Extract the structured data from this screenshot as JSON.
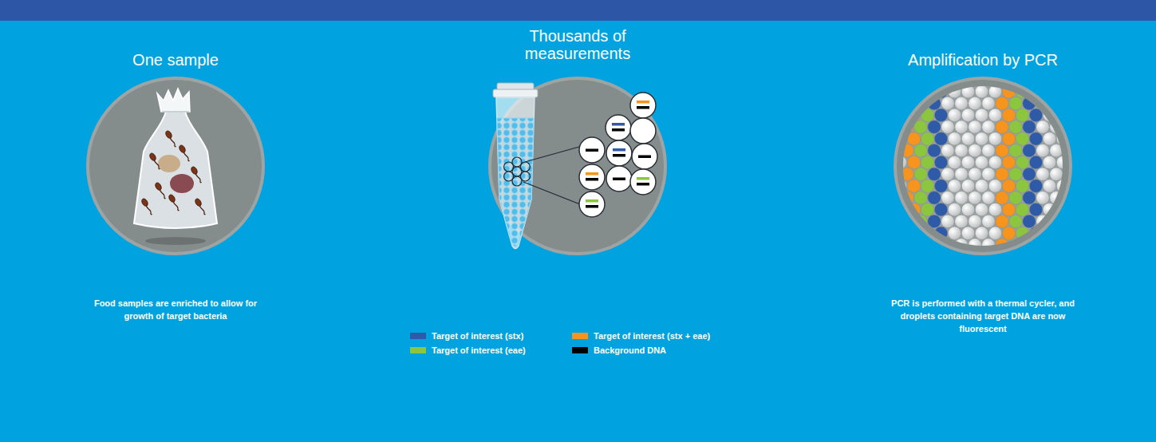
{
  "diagram": {
    "nodes": [
      {
        "text": [
          "One sample",
          "Food samples are enriched to allow for growth of target bacteria"
        ]
      },
      {
        "text": [
          "Thousands of measurements"
        ]
      },
      {
        "text": [
          "Amplification by PCR",
          "PCR is performed with a thermal cycler, and droplets containing target DNA are now fluorescent"
        ]
      }
    ],
    "legend": [
      {
        "text": "Target of interest (stx)",
        "color": "#2e5aa8"
      },
      {
        "text": "Target of interest (stx + eae)",
        "color": "#f7941d"
      },
      {
        "text": "Target of interest (eae)",
        "color": "#8cc63f"
      },
      {
        "text": "Background DNA",
        "color": "#000000"
      }
    ]
  }
}
